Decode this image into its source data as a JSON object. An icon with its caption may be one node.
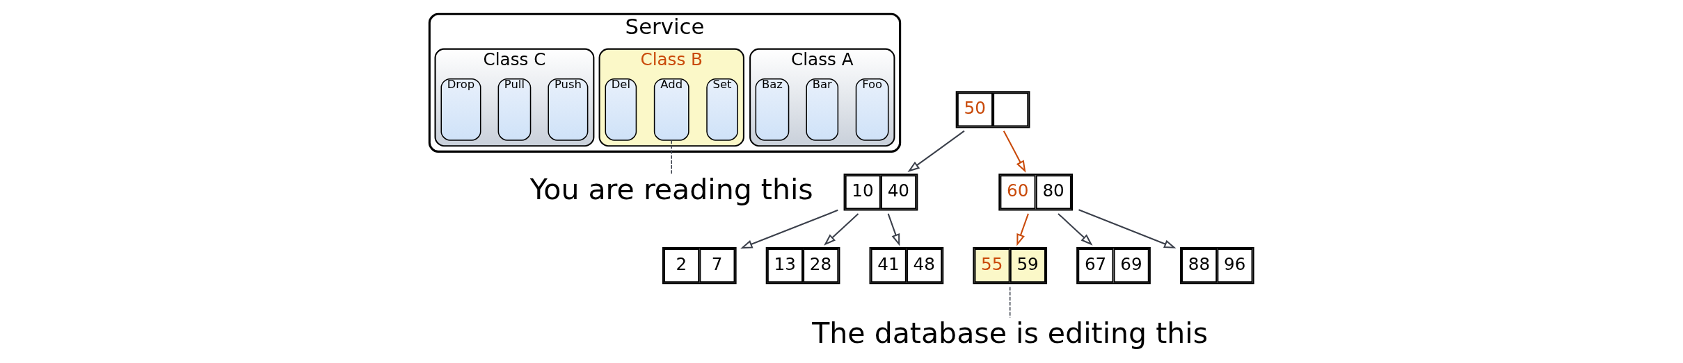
{
  "diagram": {
    "nodes": [
      {
        "text": [
          "Service"
        ]
      },
      {
        "text": [
          "Class A"
        ],
        "in": 0
      },
      {
        "text": [
          "Foo"
        ],
        "in": 1
      },
      {
        "text": [
          "Bar"
        ],
        "in": 1
      },
      {
        "text": [
          "Baz"
        ],
        "in": 1
      },
      {
        "text": [
          "Class B"
        ],
        "in": 0
      },
      {
        "text": [
          "Set"
        ],
        "in": 5
      },
      {
        "text": [
          "Add"
        ],
        "in": 5
      },
      {
        "text": [
          "Del"
        ],
        "in": 5
      },
      {
        "text": [
          "Class C"
        ],
        "in": 0
      },
      {
        "text": [
          "Push"
        ],
        "in": 9
      },
      {
        "text": [
          "Pull"
        ],
        "in": 9
      },
      {
        "text": [
          "Drop"
        ],
        "in": 9
      },
      {
        "text": [
          "You are reading this"
        ]
      },
      {
        "text": [
          "50"
        ]
      },
      {
        "text": [
          "10",
          "40"
        ]
      },
      {
        "text": [
          "60",
          "80"
        ]
      },
      {
        "text": [
          "2",
          "7"
        ]
      },
      {
        "text": [
          "13",
          "28"
        ]
      },
      {
        "text": [
          "41",
          "48"
        ]
      },
      {
        "text": [
          "55",
          "59"
        ]
      },
      {
        "text": [
          "67",
          "69"
        ]
      },
      {
        "text": [
          "88",
          "96"
        ]
      },
      {
        "text": [
          "The database is editing this"
        ]
      }
    ],
    "edges": [
      {
        "from": 13,
        "to": 5,
        "arrow": "none",
        "style": "dashed"
      },
      {
        "from": 14,
        "to": 15,
        "arrow": "to"
      },
      {
        "from": 14,
        "to": 16,
        "arrow": "to",
        "color": "#c94a0a"
      },
      {
        "from": 15,
        "to": 17,
        "arrow": "to"
      },
      {
        "from": 15,
        "to": 18,
        "arrow": "to"
      },
      {
        "from": 15,
        "to": 19,
        "arrow": "to"
      },
      {
        "from": 16,
        "to": 20,
        "arrow": "to",
        "color": "#c94a0a"
      },
      {
        "from": 16,
        "to": 21,
        "arrow": "to"
      },
      {
        "from": 16,
        "to": 22,
        "arrow": "to"
      },
      {
        "from": 23,
        "to": 20,
        "arrow": "none",
        "style": "dashed"
      }
    ]
  }
}
